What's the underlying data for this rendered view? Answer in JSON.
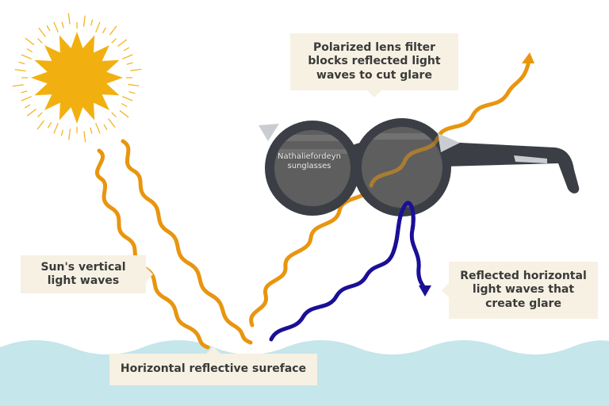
{
  "colors": {
    "sun": "#f2b010",
    "sun_rays": "#f2b010",
    "incident_wave": "#e8950f",
    "reflected_wave": "#1a0f96",
    "water": "#c5e6ea",
    "callout_bg": "#f6f1e2",
    "callout_text": "#3a3a3a",
    "frame": "#3b3f45",
    "lens": "#5e5e5e",
    "hinge": "#c9cdd2"
  },
  "labels": {
    "polarized": "Polarized lens filter\nblocks reflected light\nwaves to cut glare",
    "vertical": "Sun's vertical\nlight waves",
    "reflected": "Reflected horizontal\nlight waves that\ncreate glare",
    "surface": "Horizontal reflective sureface",
    "lens_brand_line1": "Nathaliefordeyn",
    "lens_brand_line2": "sunglasses"
  },
  "icons": {
    "sun": "sun-icon",
    "sunglasses": "sunglasses-icon"
  }
}
